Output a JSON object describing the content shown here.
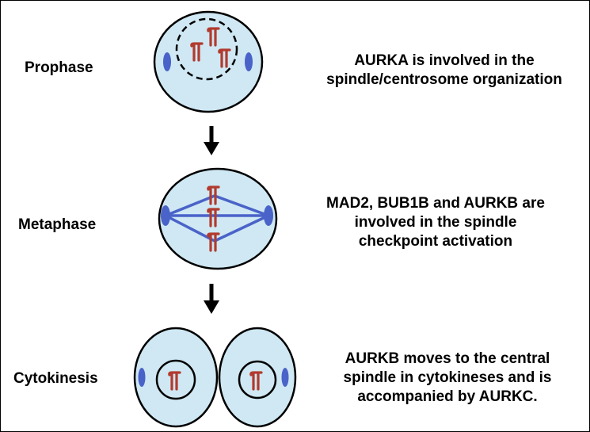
{
  "phases": [
    {
      "label": "Prophase",
      "description": [
        "AURKA is involved in the",
        "spindle/centrosome organization"
      ]
    },
    {
      "label": "Metaphase",
      "description": [
        "MAD2, BUB1B and AURKB are",
        "involved in the spindle",
        "checkpoint activation"
      ]
    },
    {
      "label": "Cytokinesis",
      "description": [
        "AURKB moves to the central",
        "spindle in cytokineses and is",
        "accompanied by AURKC."
      ]
    }
  ],
  "colors": {
    "cell_fill": "#cfe8f3",
    "cell_stroke": "#000000",
    "centrosome": "#4a63c9",
    "spindle": "#4a63c9",
    "chromosome": "#b23a2e",
    "arrow": "#000000"
  }
}
